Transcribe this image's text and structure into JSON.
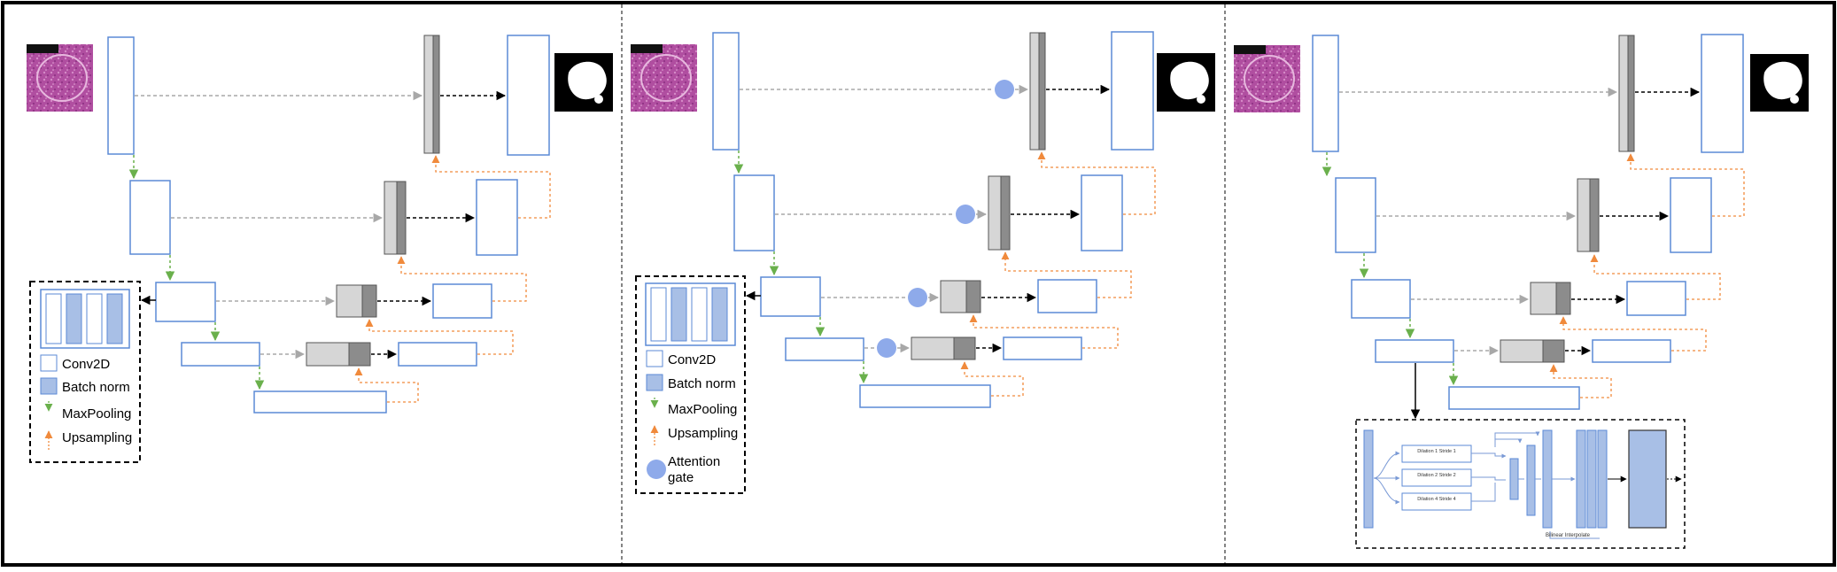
{
  "panels": [
    {
      "id": "unet",
      "legend": {
        "conv2d": "Conv2D",
        "batch_norm": "Batch norm",
        "maxpooling": "MaxPooling",
        "upsampling": "Upsampling"
      }
    },
    {
      "id": "attention-unet",
      "legend": {
        "conv2d": "Conv2D",
        "batch_norm": "Batch norm",
        "maxpooling": "MaxPooling",
        "upsampling": "Upsampling",
        "attention_gate": "Attention gate"
      }
    },
    {
      "id": "dilated-unet",
      "dilation_block": {
        "branches": [
          "Dilation 1 Stride 1",
          "Dilation 2 Stride 2",
          "Dilation 4 Stride 4"
        ],
        "interp_label": "Bilinear Interpolate"
      }
    }
  ],
  "colors": {
    "conv_border": "#5b8ad6",
    "batch_norm_fill": "#a8bfe6",
    "maxpool_arrow": "#6ab04c",
    "upsample_arrow": "#f08a3c",
    "skip_arrow": "#a8a8a8",
    "attention_gate": "#8eaaea",
    "concat_light": "#d6d6d6",
    "concat_dark": "#8c8c8c",
    "tissue": "#b04ea0"
  },
  "icons": [
    "tissue-thumbnail",
    "mask-thumbnail"
  ]
}
